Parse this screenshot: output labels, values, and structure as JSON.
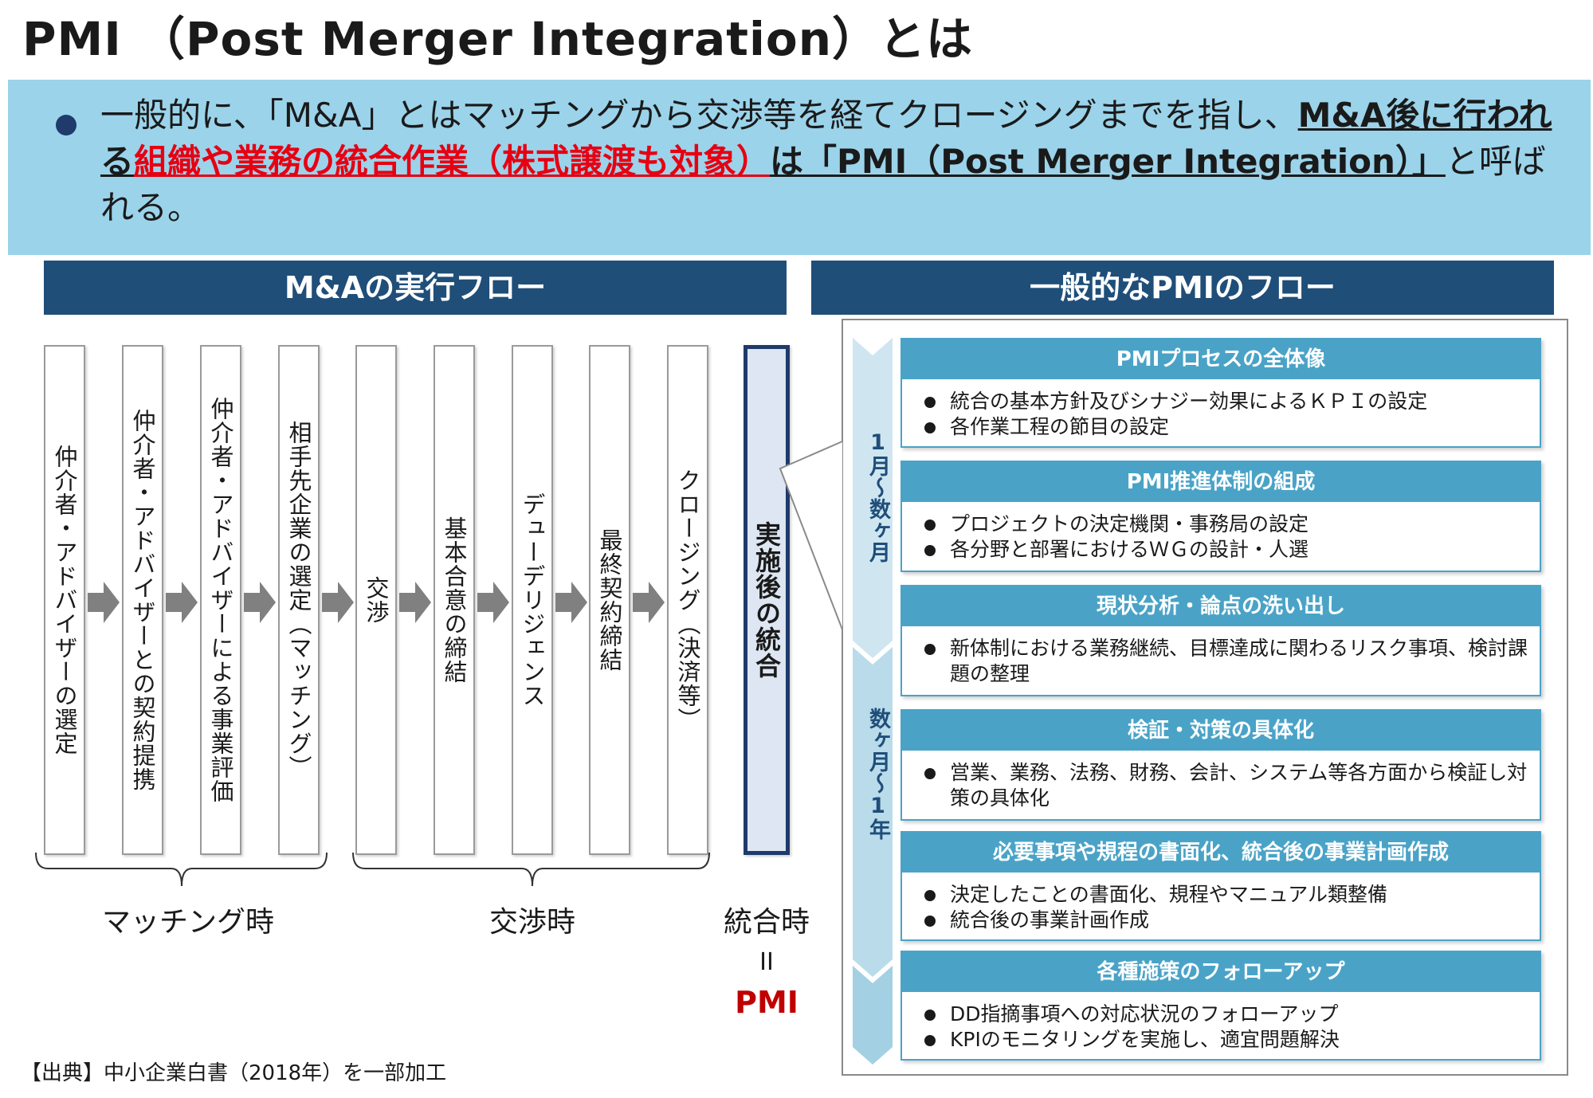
{
  "title": "PMI （Post Merger Integration）とは",
  "banner": {
    "part1": "一般的に、「M&A」とはマッチングから交渉等を経てクロージングまでを指し、",
    "bold1": "M&A後に行われる",
    "red": "組織や業務の統合作業（株式譲渡も対象）",
    "bold2": "は「PMI（Post Merger Integration）」",
    "part2": "と呼ばれる。"
  },
  "left_header": "M&Aの実行フロー",
  "right_header": "一般的なPMIのフロー",
  "steps": [
    "仲介者・アドバイザーの選定",
    "仲介者・アドバイザーとの契約提携",
    "仲介者・アドバイザーによる事業評価",
    "相手先企業の選定（マッチング）",
    "交渉",
    "基本合意の締結",
    "デューデリジェンス",
    "最終契約締結",
    "クロージング（決済等）",
    "実施後の統合"
  ],
  "phases": {
    "matching": "マッチング時",
    "negotiation": "交渉時",
    "integration": "統合時",
    "equals": "II",
    "pmi": "PMI"
  },
  "timeline": {
    "first": "1月～数ヶ月",
    "second": "数ヶ月～1年"
  },
  "pmi_steps": [
    {
      "title": "PMIプロセスの全体像",
      "items": [
        "統合の基本方針及びシナジー効果によるＫＰＩの設定",
        "各作業工程の節目の設定"
      ]
    },
    {
      "title": "PMI推進体制の組成",
      "items": [
        "プロジェクトの決定機関・事務局の設定",
        "各分野と部署におけるＷＧの設計・人選"
      ]
    },
    {
      "title": "現状分析・論点の洗い出し",
      "items": [
        "新体制における業務継続、目標達成に関わるリスク事項、検討課題の整理"
      ]
    },
    {
      "title": "検証・対策の具体化",
      "items": [
        "営業、業務、法務、財務、会計、システム等各方面から検証し対策の具体化"
      ]
    },
    {
      "title": "必要事項や規程の書面化、統合後の事業計画作成",
      "items": [
        "決定したことの書面化、規程やマニュアル類整備",
        "統合後の事業計画作成"
      ]
    },
    {
      "title": "各種施策のフォローアップ",
      "items": [
        "DD指摘事項への対応状況のフォローアップ",
        "KPIのモニタリングを実施し、適宜問題解決"
      ]
    }
  ],
  "source": "【出典】中小企業白書（2018年）を一部加工",
  "colors": {
    "navy": "#1f4e79",
    "banner": "#9bd3ea",
    "card": "#4aa3c7",
    "red": "#e60012",
    "timeline": "#cfe6f1"
  }
}
